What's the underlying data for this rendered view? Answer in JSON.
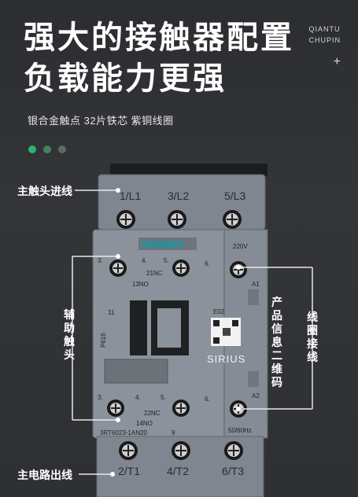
{
  "header": {
    "title_line1": "强大的接触器配置",
    "title_line2": "负载能力更强",
    "brand_line1": "QIANTU",
    "brand_line2": "CHUPIN",
    "plus": "+",
    "subtitle": "银合金触点 32片铁芯 紫铜线圈"
  },
  "annotations": {
    "main_in": "主触头进线",
    "aux": "辅助触头",
    "qr": "产品信息二维码",
    "coil": "线圈接线",
    "main_out": "主电路出线"
  },
  "product": {
    "brand_logo": "SIEMENS",
    "series": "SIRIUS",
    "model": "3RT6023-1AN20",
    "model_suffix": "9",
    "code_p": "P616",
    "qr_code": "E02",
    "top_terminals": [
      "1/L1",
      "3/L2",
      "5/L3"
    ],
    "bottom_terminals": [
      "2/T1",
      "4/T2",
      "6/T3"
    ],
    "aux_top_nums": [
      "3.",
      "4.",
      "5."
    ],
    "aux_top_nc": "21NC",
    "aux_top_no": "13NO",
    "aux_bottom_nums": [
      "3.",
      "4.",
      "5."
    ],
    "aux_bottom_nc": "22NC",
    "aux_bottom_no": "14NO",
    "coil_voltage": "220V",
    "coil_a1": "A1",
    "coil_a2": "A2",
    "frequency": "50/60Hz",
    "num_6_top": "6.",
    "num_6_bottom": "6.",
    "num_11": "11"
  },
  "colors": {
    "accent_green": "#2fb36a",
    "housing": "#8a9099",
    "siemens_teal": "#00a0a8"
  }
}
